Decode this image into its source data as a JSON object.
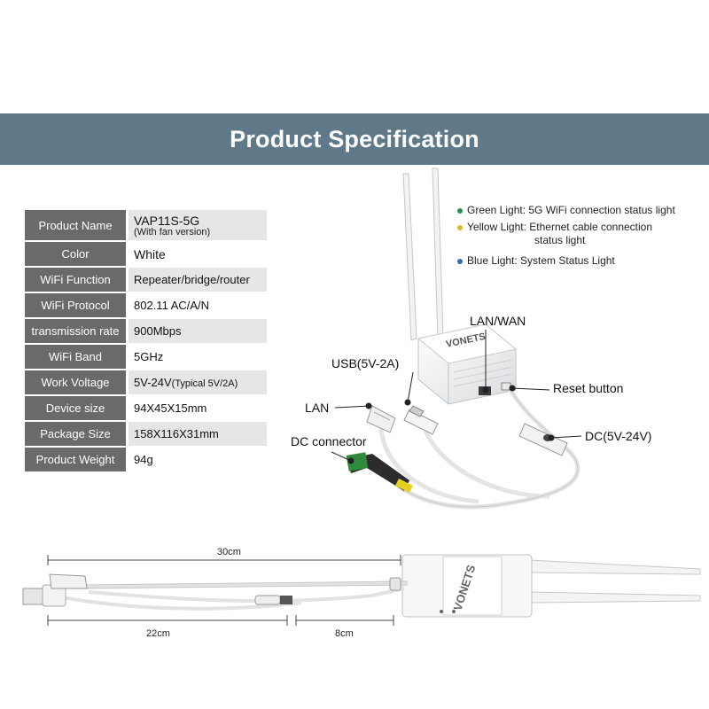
{
  "banner": {
    "title": "Product Specification"
  },
  "specs": [
    {
      "label": "Product Name",
      "value": "VAP11S-5G",
      "sub": "(With fan version)"
    },
    {
      "label": "Color",
      "value": "White"
    },
    {
      "label": "WiFi Function",
      "value": "Repeater/bridge/router"
    },
    {
      "label": "WiFi Protocol",
      "value": "802.11 AC/A/N"
    },
    {
      "label": "transmission rate",
      "value": "900Mbps"
    },
    {
      "label": "WiFi Band",
      "value": "5GHz"
    },
    {
      "label": "Work Voltage",
      "value": "5V-24V",
      "small": "(Typical 5V/2A)"
    },
    {
      "label": "Device size",
      "value": "94X45X15mm"
    },
    {
      "label": "Package Size",
      "value": "158X116X31mm"
    },
    {
      "label": "Product Weight",
      "value": "94g"
    }
  ],
  "legend": {
    "items": [
      {
        "text": "Green Light: 5G WiFi connection status light",
        "color": "#2e8b57"
      },
      {
        "text": "Yellow Light: Ethernet cable connection",
        "sub": "status light",
        "color": "#d4c020"
      },
      {
        "text": "Blue Light: System Status Light",
        "color": "#2f6fb0"
      }
    ]
  },
  "callouts": {
    "lan_wan": "LAN/WAN",
    "usb": "USB(5V-2A)",
    "reset": "Reset button",
    "lan": "LAN",
    "dc": "DC(5V-24V)",
    "dc_connector": "DC connector"
  },
  "dimensions": {
    "total": "30cm",
    "cable": "22cm",
    "device": "8cm"
  },
  "brand": "VONETS"
}
